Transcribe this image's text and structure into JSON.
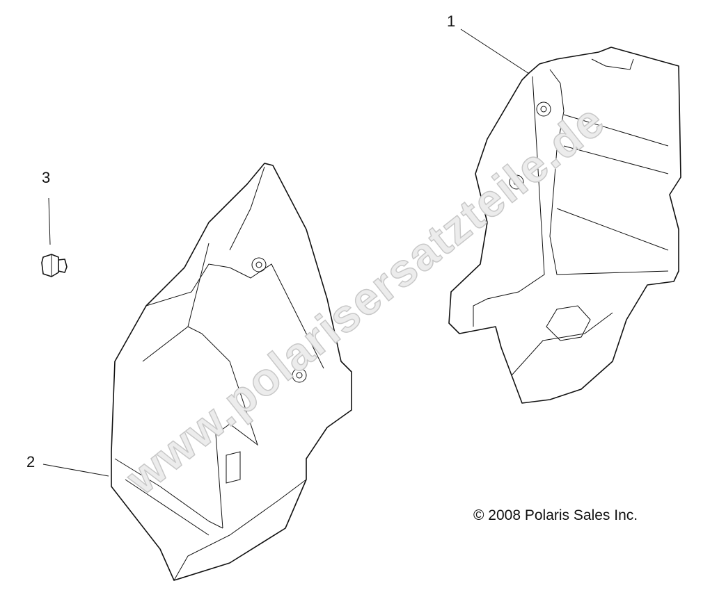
{
  "callouts": [
    {
      "label": "1",
      "part": "right-cover"
    },
    {
      "label": "2",
      "part": "left-cover"
    },
    {
      "label": "3",
      "part": "screw"
    }
  ],
  "copyright": "© 2008 Polaris Sales Inc.",
  "watermark": "www.polarisersatzteile.de"
}
